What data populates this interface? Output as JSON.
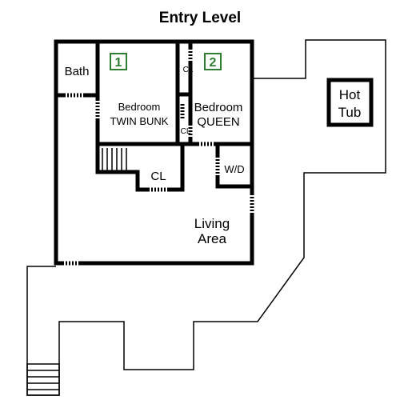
{
  "title": "Entry Level",
  "accent_color": "#2e7d32",
  "rooms": {
    "bath": "Bath",
    "bedroom1": {
      "badge": "1",
      "line1": "Bedroom",
      "line2": "TWIN BUNK"
    },
    "bedroom2": {
      "badge": "2",
      "line1": "Bedroom",
      "line2": "QUEEN"
    },
    "closet_top": "CL",
    "closet_small": "CL",
    "closet_main": "CL",
    "wd": "W/D",
    "living": {
      "line1": "Living",
      "line2": "Area"
    },
    "hot_tub": {
      "line1": "Hot",
      "line2": "Tub"
    }
  }
}
